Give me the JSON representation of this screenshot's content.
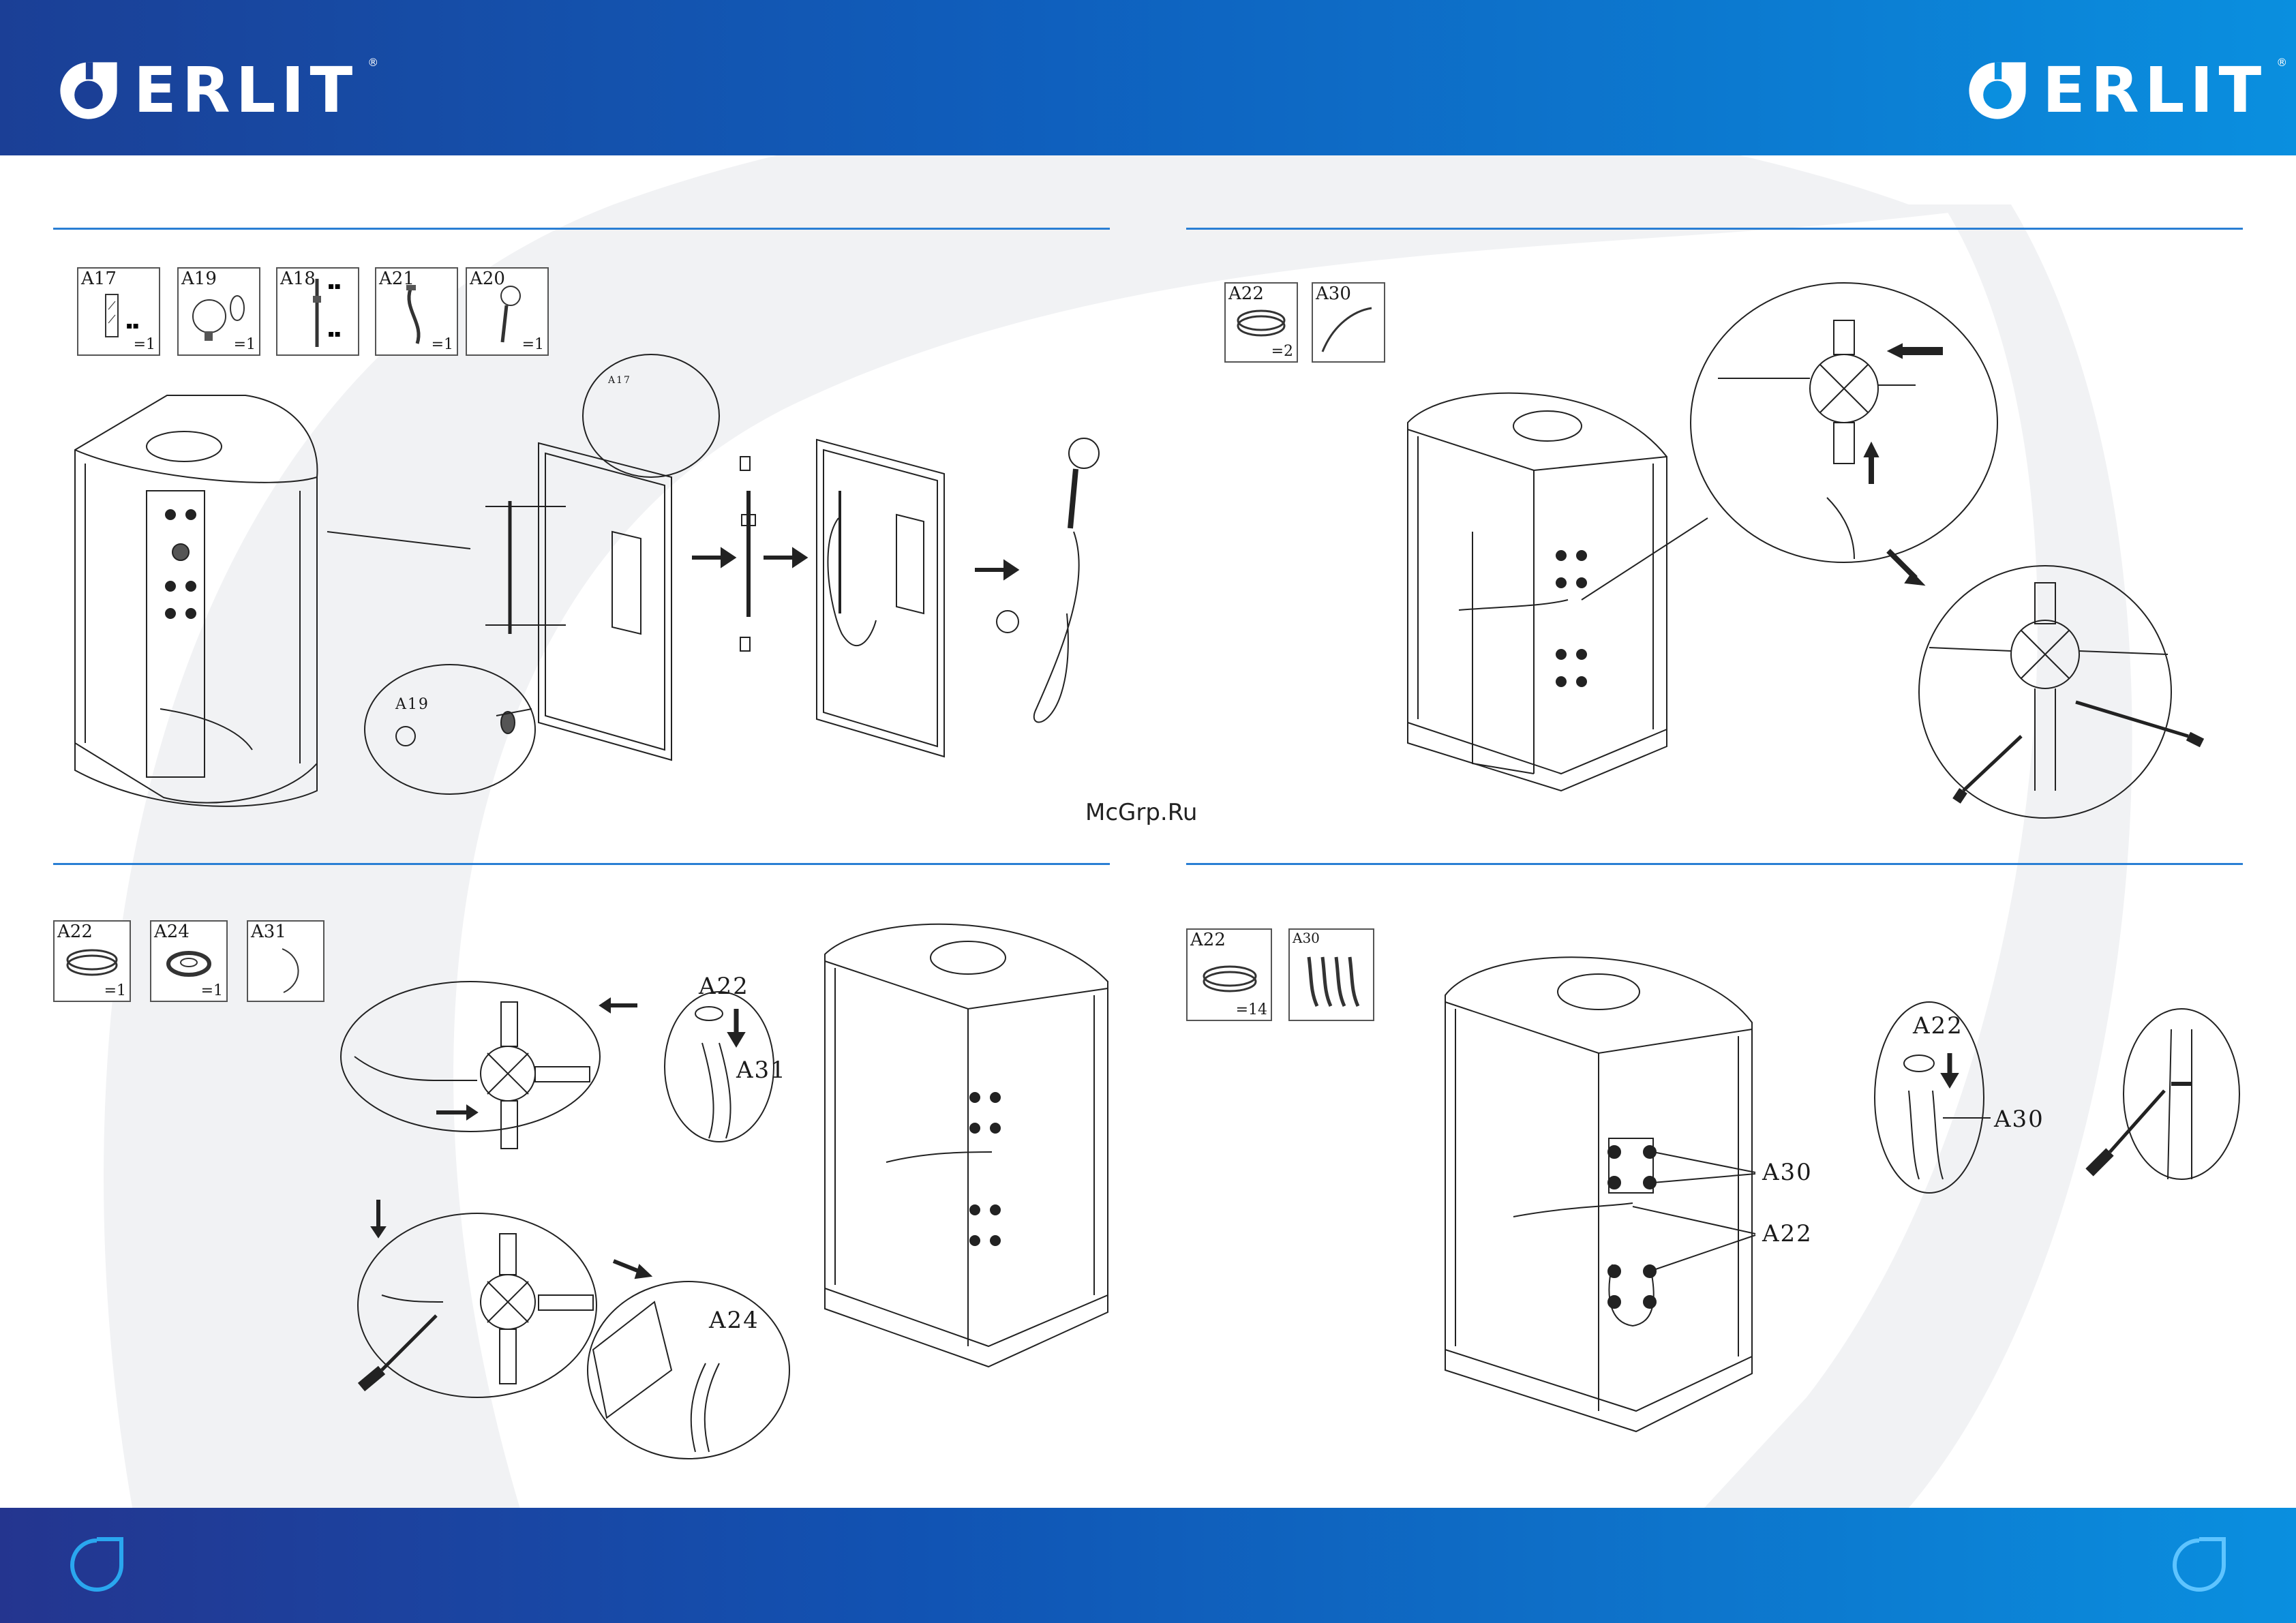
{
  "brand": {
    "name": "ERLIT",
    "registered_mark": "®",
    "colors": {
      "header_dark": "#1b3f96",
      "header_light": "#0a8fdf",
      "rule": "#2a7fd4"
    }
  },
  "watermark": "McGrp.Ru",
  "steps": [
    {
      "parts": [
        {
          "code": "A17",
          "qty": "=1",
          "icon": "glass-panel-icon"
        },
        {
          "code": "A19",
          "qty": "=1",
          "icon": "outlet-fitting-icon"
        },
        {
          "code": "A18",
          "qty": "",
          "icon": "slide-rail-icon"
        },
        {
          "code": "A21",
          "qty": "=1",
          "icon": "shower-hose-icon"
        },
        {
          "code": "A20",
          "qty": "=1",
          "icon": "hand-shower-icon"
        }
      ],
      "callouts": [
        "A17",
        "A19"
      ]
    },
    {
      "parts": [
        {
          "code": "A22",
          "qty": "=2",
          "icon": "hose-clamp-icon"
        },
        {
          "code": "A30",
          "qty": "",
          "icon": "bent-pipe-icon"
        }
      ],
      "callouts": []
    },
    {
      "parts": [
        {
          "code": "A22",
          "qty": "=1",
          "icon": "hose-clamp-icon"
        },
        {
          "code": "A24",
          "qty": "=1",
          "icon": "seal-ring-icon"
        },
        {
          "code": "A31",
          "qty": "",
          "icon": "bent-pipe-icon"
        }
      ],
      "callouts": [
        "A22",
        "A31",
        "A24"
      ]
    },
    {
      "parts": [
        {
          "code": "A22",
          "qty": "=14",
          "icon": "hose-clamp-icon"
        },
        {
          "code": "A30",
          "qty": "",
          "icon": "hoses-icon"
        }
      ],
      "callouts": [
        "A30",
        "A22",
        "A22",
        "A30"
      ]
    }
  ]
}
